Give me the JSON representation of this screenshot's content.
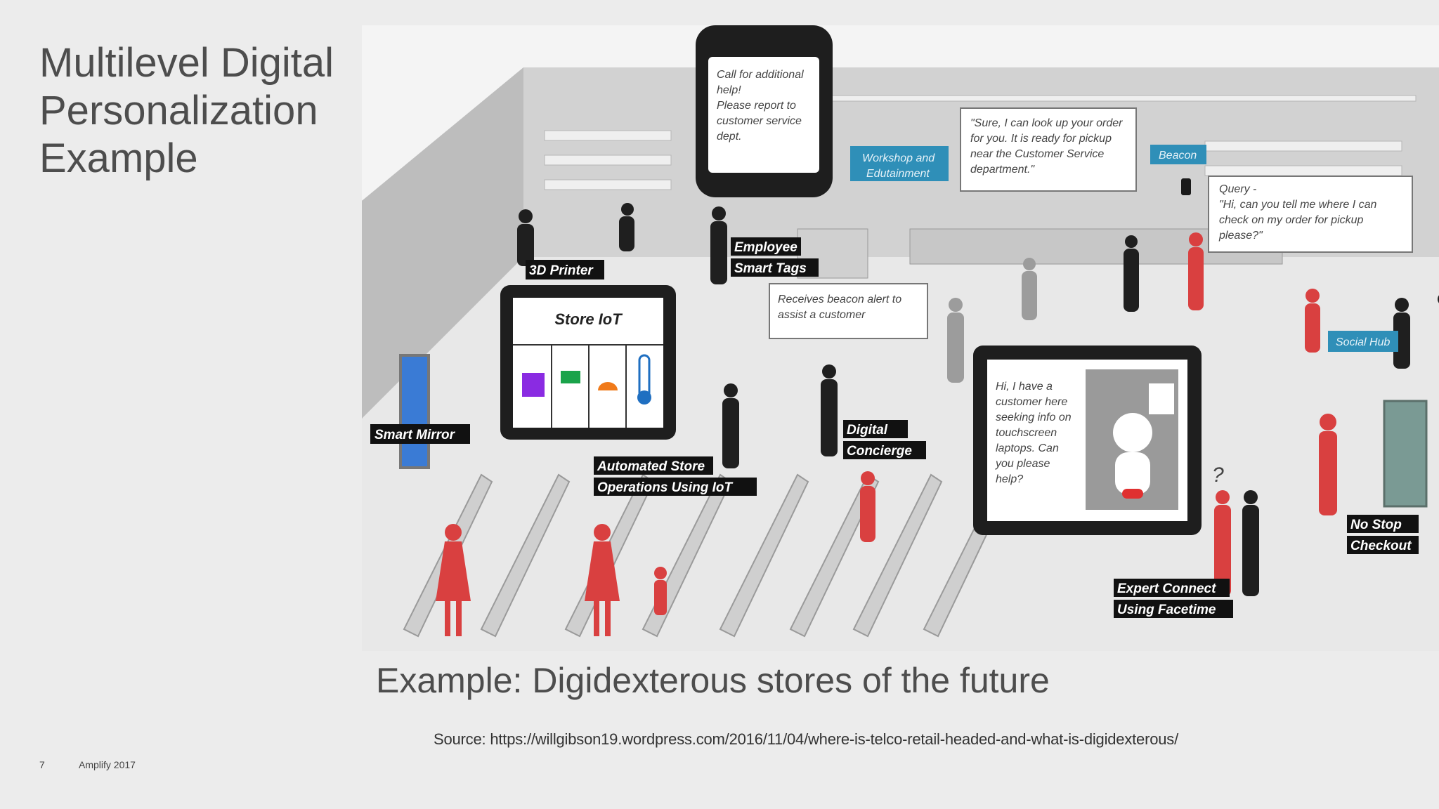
{
  "slide": {
    "title_lines": [
      "Multilevel Digital",
      "Personalization",
      "Example"
    ],
    "caption": "Example: Digidexterous stores of the future",
    "source": "Source:  https://willgibson19.wordpress.com/2016/11/04/where-is-telco-retail-headed-and-what-is-digidexterous/",
    "page_number": "7",
    "footer_text": "Amplify  2017"
  },
  "illustration": {
    "labels": {
      "printer_3d": "3D Printer",
      "employee_line1": "Employee",
      "employee_line2": "Smart Tags",
      "smart_mirror": "Smart Mirror",
      "automated_line1": "Automated Store",
      "automated_line2": "Operations Using IoT",
      "concierge_line1": "Digital",
      "concierge_line2": "Concierge",
      "checkout_line1": "No Stop",
      "checkout_line2": "Checkout",
      "expert_line1": "Expert Connect",
      "expert_line2": "Using Facetime"
    },
    "teal_tags": {
      "workshop_line1": "Workshop and",
      "workshop_line2": "Edutainment",
      "beacon": "Beacon",
      "social_hub": "Social Hub"
    },
    "store_iot_title": "Store IoT",
    "bubbles": {
      "phone_lines": [
        "Call for additional",
        "help!",
        "Please report to",
        "customer service",
        "dept."
      ],
      "order_lines": [
        "\"Sure, I can look up your order",
        "for you. It is ready for pickup",
        "near the Customer Service",
        "department.\""
      ],
      "query_lines": [
        "Query -",
        "\"Hi, can you tell me where I can",
        "check on my order for pickup",
        "please?\""
      ],
      "beacon_alert_lines": [
        "Receives beacon alert to",
        "assist a customer"
      ],
      "tablet_lines": [
        "Hi, I have a",
        "customer here",
        "seeking info on",
        "touchscreen",
        "laptops. Can",
        "you please",
        "help?"
      ]
    },
    "question_mark": "?",
    "colors": {
      "accent_red": "#d94040",
      "teal": "#2f8fb8",
      "dark": "#1a1a1a"
    }
  }
}
